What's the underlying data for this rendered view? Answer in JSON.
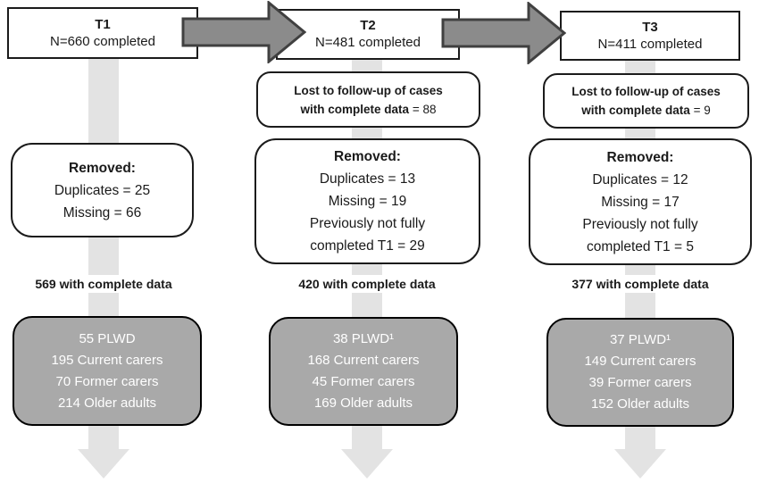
{
  "colors": {
    "arrow_fill": "#8b8b8b",
    "arrow_stroke": "#404040",
    "stem": "#e3e3e3",
    "sample_fill": "#a9a9a9",
    "box_border": "#1b1b1b",
    "ink": "#1a1a1a",
    "sample_ink": "#ffffff"
  },
  "columns": [
    {
      "stage_label": "T1",
      "completed": "N=660 completed",
      "removed_title": "Removed:",
      "removed_lines": [
        "Duplicates = 25",
        "Missing = 66"
      ],
      "complete_data": "569 with complete data",
      "sample": [
        "55 PLWD",
        "195 Current carers",
        "70 Former carers",
        "214 Older adults"
      ]
    },
    {
      "stage_label": "T2",
      "completed": "N=481 completed",
      "lost": {
        "line1": "Lost to follow-up of cases",
        "line2_bold": "with complete data",
        "line2_value": " = 88"
      },
      "removed_title": "Removed:",
      "removed_lines": [
        "Duplicates = 13",
        "Missing = 19",
        "Previously not fully",
        "completed T1 = 29"
      ],
      "complete_data": "420 with complete data",
      "sample": [
        "38 PLWD¹",
        "168 Current carers",
        "45 Former carers",
        "169 Older adults"
      ]
    },
    {
      "stage_label": "T3",
      "completed": "N=411 completed",
      "lost": {
        "line1": "Lost to follow-up of cases",
        "line2_bold": "with complete data",
        "line2_value": " = 9"
      },
      "removed_title": "Removed:",
      "removed_lines": [
        "Duplicates = 12",
        "Missing = 17",
        "Previously not fully",
        "completed T1 = 5"
      ],
      "complete_data": "377 with complete data",
      "sample": [
        "37 PLWD¹",
        "149 Current carers",
        "39 Former carers",
        "152 Older adults"
      ]
    }
  ]
}
